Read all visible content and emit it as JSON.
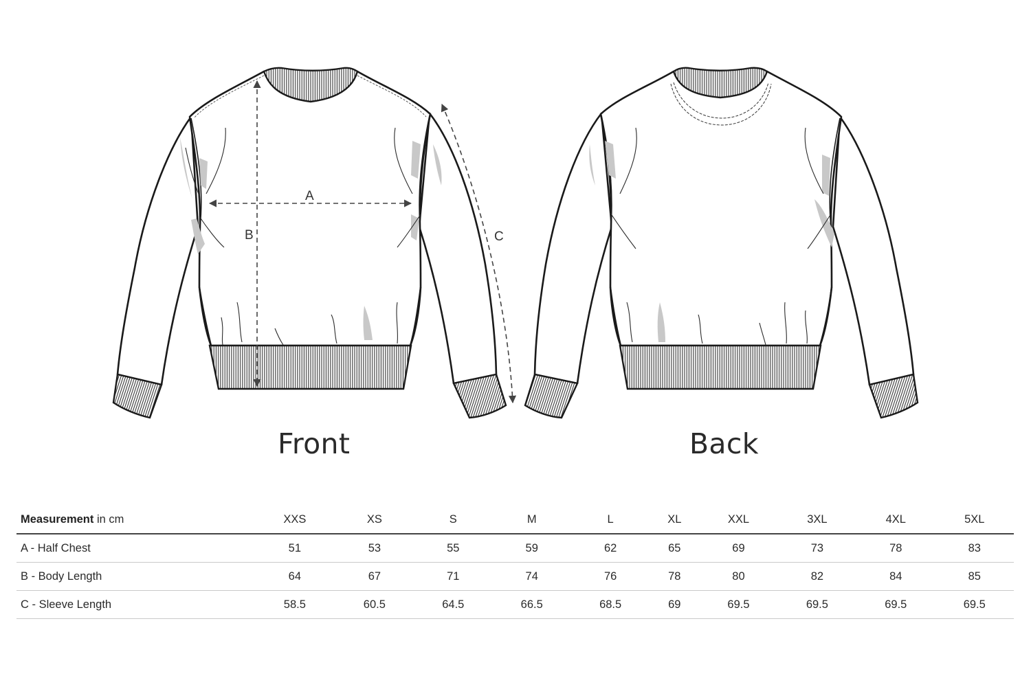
{
  "views": {
    "front_label": "Front",
    "back_label": "Back"
  },
  "dimension_labels": {
    "a": "A",
    "b": "B",
    "c": "C"
  },
  "table": {
    "header_bold": "Measurement",
    "header_unit": " in cm",
    "sizes": [
      "XXS",
      "XS",
      "S",
      "M",
      "L",
      "XL",
      "XXL",
      "3XL",
      "4XL",
      "5XL"
    ],
    "rows": [
      {
        "label": "A - Half Chest",
        "values": [
          "51",
          "53",
          "55",
          "59",
          "62",
          "65",
          "69",
          "73",
          "78",
          "83"
        ]
      },
      {
        "label": "B - Body Length",
        "values": [
          "64",
          "67",
          "71",
          "74",
          "76",
          "78",
          "80",
          "82",
          "84",
          "85"
        ]
      },
      {
        "label": "C - Sleeve Length",
        "values": [
          "58.5",
          "60.5",
          "64.5",
          "66.5",
          "68.5",
          "69",
          "69.5",
          "69.5",
          "69.5",
          "69.5"
        ]
      }
    ]
  },
  "colors": {
    "line": "#1a1a1a",
    "shadow": "#c8c8c8",
    "dimension": "#444444"
  }
}
